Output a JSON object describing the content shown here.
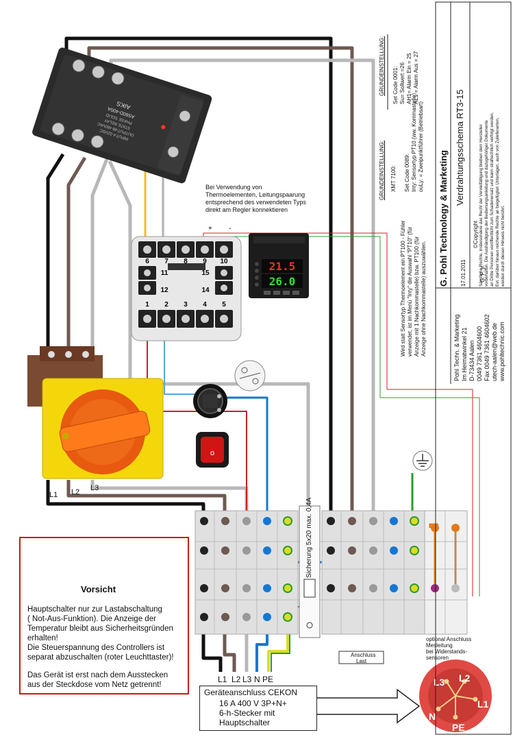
{
  "relay": {
    "brand": "AIKS",
    "model": "AS60D-400A",
    "lines": [
      "PHASE SOLID",
      "STATE RELAY",
      "OUTPUT:48-480VAC",
      "INPUT:4-32VDC"
    ]
  },
  "controller": {
    "pv": "21.5",
    "sv": "26.0",
    "terminals_top": [
      "6",
      "7",
      "8",
      "9",
      "10"
    ],
    "terminals_mid1": [
      "11",
      "15"
    ],
    "terminals_mid2": [
      "12",
      "14"
    ],
    "terminals_bottom": [
      "1",
      "2",
      "3",
      "4",
      "5"
    ],
    "plus": "+",
    "minus": "-"
  },
  "thermo_note": [
    "Bei Verwendung von",
    "Thermoelementen, Leitungspaarung",
    "entsprechend des verwendeten Typs",
    "direkt am Regler konnektieren"
  ],
  "phase_labels": [
    "L1",
    "L2",
    "L3"
  ],
  "bottom_labels": [
    "L1",
    "L2",
    "L3",
    "N",
    "PE"
  ],
  "fuse_label": "Sicherung 5x20 max. 0,4A",
  "anschluss_last": [
    "Anschluss",
    "Last"
  ],
  "optional_note": [
    "optional Anschluss",
    "Mesleitung",
    "bei Widerstands-",
    "sensoren"
  ],
  "warning": {
    "title": "Vorsicht",
    "lines": [
      "Hauptschalter nur zur Lastabschaltung",
      "( Not-Aus-Funktion).  Die Anzeige der",
      "Temperatur bleibt aus Sicherheitsgründen",
      "erhalten!",
      "Die Steuerspannung des Controllers ist",
      "separat abzuschalten (roter Leuchttaster)!",
      "",
      "Das Gerät ist erst nach dem Ausstecken",
      "aus der Steckdose vom Netz getrennt!"
    ]
  },
  "plug": {
    "lines": [
      "Geräteanschluss CEKON",
      "16 A 400 V 3P+N+",
      "6-h-Stecker mit",
      "Hauptschalter"
    ],
    "pins": [
      "L3",
      "L2",
      "L1",
      "N",
      "PE"
    ]
  },
  "grund1": {
    "title": "GRUNDEINSTELLUNG:",
    "lines": [
      "Set Code 0001:",
      "Su= Sollwert =26",
      "AH1= Alarm Ein = 25",
      "AL1 = Alarm Aus = 27"
    ]
  },
  "grund2": {
    "title": "GRUNDEINSTELLUNG:",
    "lines": [
      "XMT 7100:",
      "",
      "Set Code 0089:",
      "Inty: Sensortyp PT10 (ww. Kommastelle)",
      "ouLy: = Zweipunktführer (Betriebsart)"
    ]
  },
  "sensor_note": [
    "Wird statt Sensortyp Thermoelement ein PT100 - Fühler",
    "verwendet, ist im Menü \"Inty\" die Auswahl \"PT10\" (für",
    "Anzeige mit 1 Nachkommastelle) bzw. PT100 (für",
    "Anzeige ohne Nachkommastelle) auszuwählen."
  ],
  "titleblock": {
    "company": "G. Pohl Technology & Marketing",
    "title": "Verdrahtungsschema  RT3-15",
    "date": "17.01.2011",
    "author": "G. P. jr.",
    "copyright": "©Copyright",
    "copyright_text": [
      "Sämtliche Rechte, insbesondere das Recht der Vervielfältigung bleiben dem Hersteller",
      "vorbehalten. Die Aushändigung der Bedienungsanleitung und dazugehöriger Dokumente",
      "an Dritte Personen veröffentlicht zum Schadenersatz und kann strafrechtlich verfolgt werden.",
      "Evt. darüber hinaus reichende Rechte an beigefügten Unterlagen, auch von Zulieferanten,",
      "werden durch diesen Hinweis nicht berührt."
    ],
    "address": [
      "Pohl Techn. & Marketing",
      "Im Heimatwinkel 21",
      "D-73434 Aalen",
      "0049 7361 4604600",
      "Fax 0049 7361 4604602",
      "utech-aalen@web.de",
      "www.pohltechnic.com"
    ]
  }
}
